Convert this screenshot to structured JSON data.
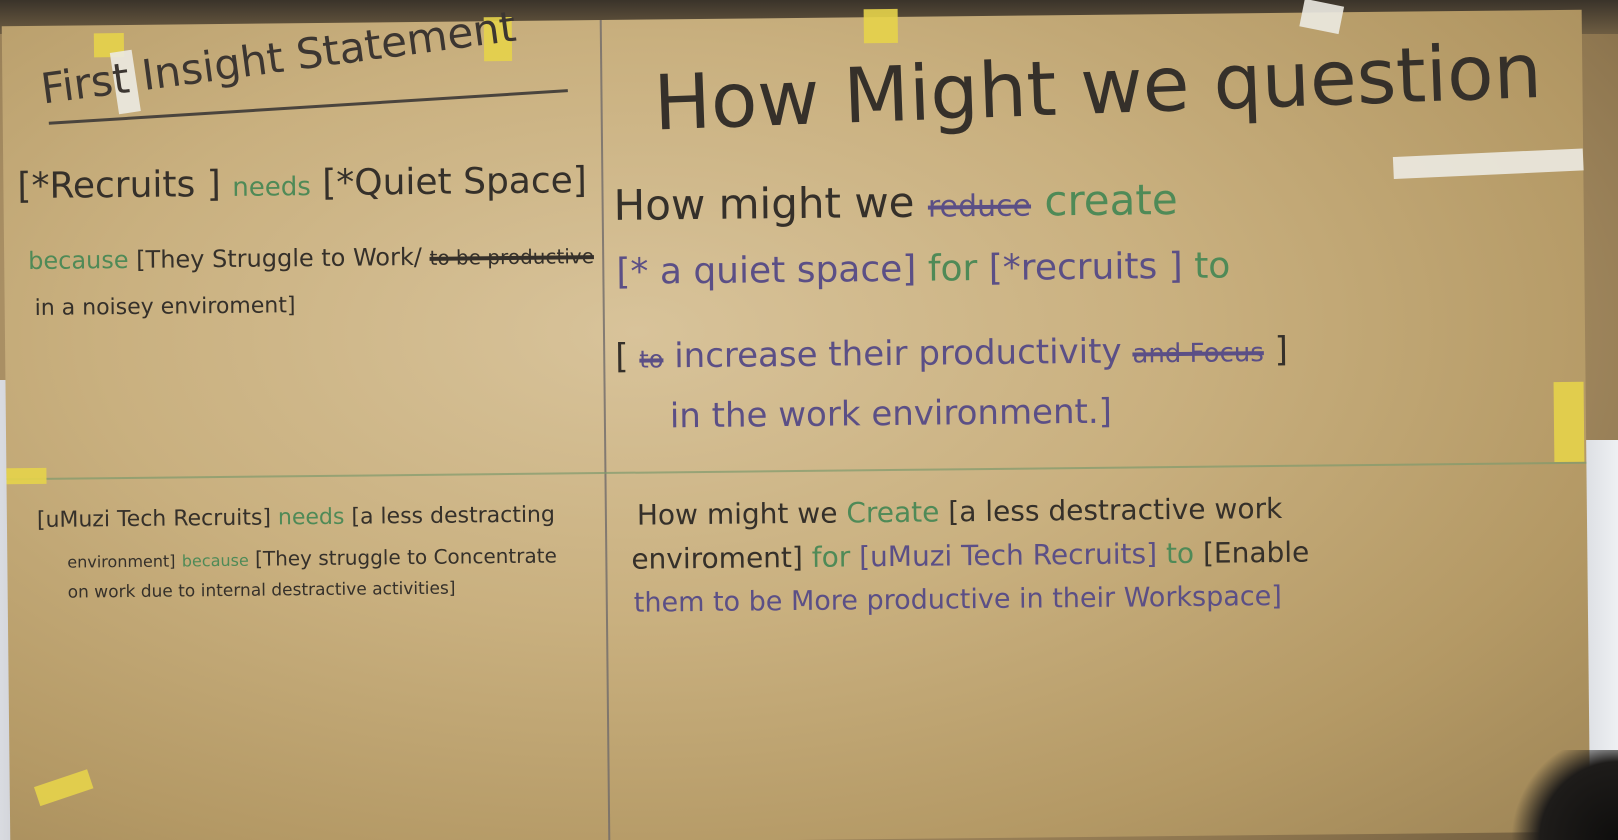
{
  "top_left": {
    "title": "First Insight Statement",
    "line1_a": "[*Recruits   ]",
    "line1_b": "needs",
    "line1_c": "[*Quiet Space]",
    "line2_a": "because",
    "line2_b": "[They Struggle to Work/",
    "line2_c": "to be productive",
    "line3": "in a noisey enviroment]"
  },
  "top_right": {
    "title": "How Might we question",
    "line1_a": "How might we",
    "line1_b": "reduce",
    "line1_c": "create",
    "line2_a": "[* a quiet space]",
    "line2_b": "for",
    "line2_c": "[*recruits  ]",
    "line2_d": "to",
    "line3_a": "[",
    "line3_b": "to",
    "line3_c": "increase their productivity",
    "line3_d": "and Focus",
    "line3_e": "]",
    "line4": "in the work environment.]"
  },
  "bottom_left": {
    "line1_a": "[uMuzi Tech Recruits]",
    "line1_b": "needs",
    "line1_c": "[a less destracting",
    "line2_a": "environment]",
    "line2_b": "because",
    "line2_c": "[They struggle to Concentrate",
    "line3": "on work due to internal destractive activities]"
  },
  "bottom_right": {
    "line1_a": "How might we",
    "line1_b": "Create",
    "line1_c": "[a less destractive work",
    "line2_a": "enviroment]",
    "line2_b": "for",
    "line2_c": "[uMuzi Tech Recruits]",
    "line2_d": "to",
    "line2_e": "[Enable",
    "line3": "them to be More productive in their Workspace]"
  },
  "colors": {
    "paper": "#c9b07f",
    "marker_dark": "#35302a",
    "marker_green": "#4f8a57",
    "marker_purple": "#5b4f86",
    "tape_yellow": "#e6d34a"
  }
}
